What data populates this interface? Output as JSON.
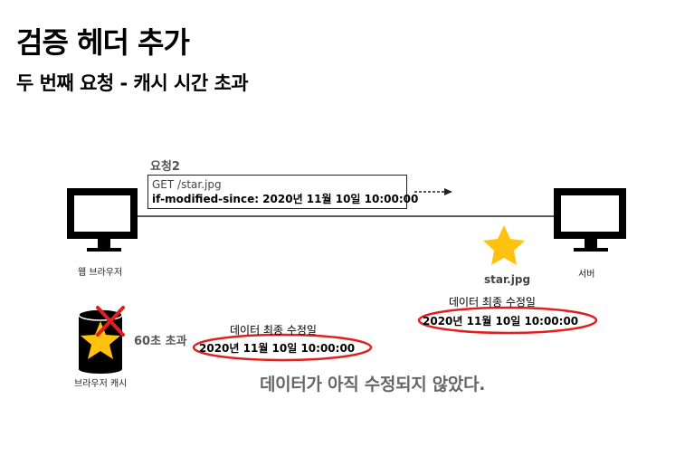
{
  "title": "검증 헤더 추가",
  "subtitle": "두 번째 요청 - 캐시 시간 초과",
  "request": {
    "label": "요청2",
    "line1": "GET /star.jpg",
    "line2": "if-modified-since: 2020년 11월 10일 10:00:00"
  },
  "browser_label": "웹 브라우저",
  "server_label": "서버",
  "cache_label": "브라우저 캐시",
  "star_file_label": "star.jpg",
  "cache_expired_label": "60초 초과",
  "server_modified": {
    "label": "데이터 최종 수정일",
    "value": "2020년 11월 10일 10:00:00"
  },
  "cache_modified": {
    "label": "데이터 최종 수정일",
    "value": "2020년 11월 10일 10:00:00"
  },
  "conclusion": "데이터가 아직 수정되지 않았다.",
  "colors": {
    "star": "#FFC20E",
    "highlight": "#E02020",
    "monitor": "#000000"
  }
}
